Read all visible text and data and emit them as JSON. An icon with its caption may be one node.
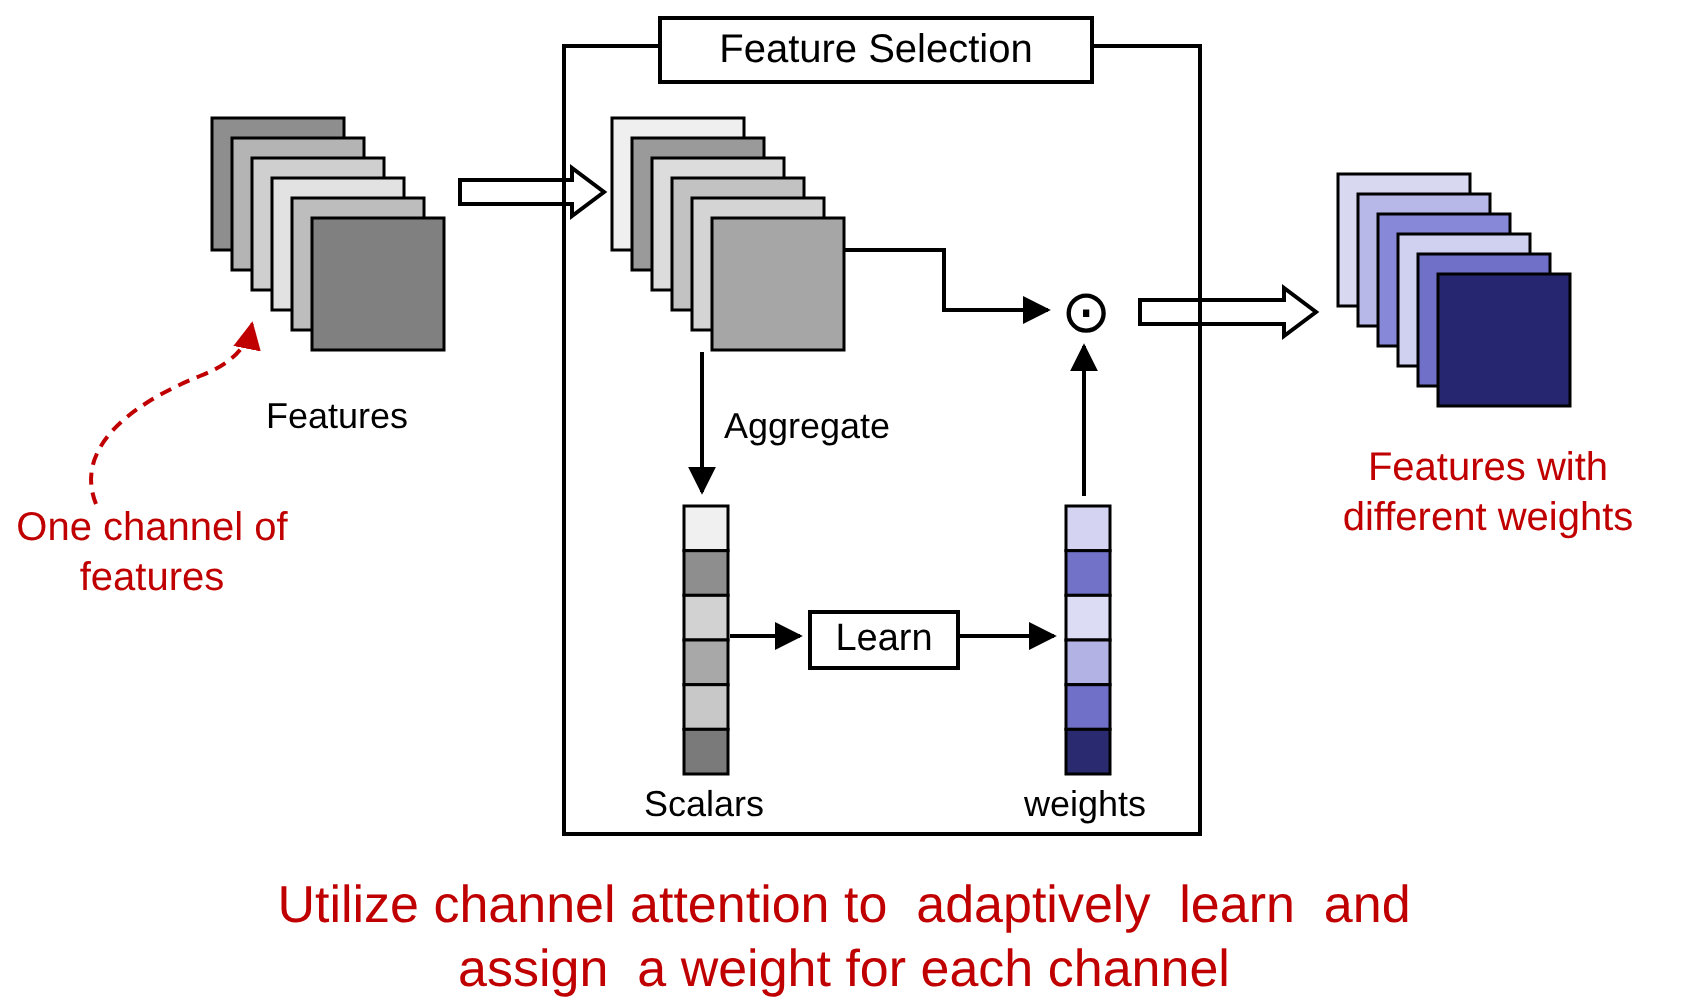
{
  "diagram": {
    "caption": "Utilize channel attention to  adaptively  learn  and assign  a weight for each channel",
    "nodes": [
      {
        "text": [
          "Feature Selection"
        ]
      },
      {
        "text": [],
        "shape": "picture",
        "beside": [
          "Features"
        ]
      },
      {
        "text": [
          "One channel of features"
        ]
      },
      {
        "text": [],
        "shape": "picture",
        "in": 0
      },
      {
        "text": [],
        "shape": "picture",
        "in": 0,
        "beside": [
          "Scalars"
        ]
      },
      {
        "text": [
          "Learn"
        ],
        "in": 0
      },
      {
        "text": [],
        "shape": "picture",
        "in": 0,
        "beside": [
          "weights"
        ]
      },
      {
        "text": [
          "⊙"
        ],
        "in": 0
      },
      {
        "text": [],
        "shape": "picture",
        "beside": [
          "Features with different weights"
        ]
      }
    ],
    "edges": [
      {
        "from": 2,
        "to": 1,
        "arrow": "to",
        "style": "dashed",
        "color": "#c00000"
      },
      {
        "from": 1,
        "to": 3,
        "arrow": "to",
        "style": "thick"
      },
      {
        "from": 3,
        "to": 7,
        "arrow": "to"
      },
      {
        "from": 3,
        "to": 4,
        "arrow": "to",
        "label": "Aggregate"
      },
      {
        "from": 4,
        "to": 5,
        "arrow": "to"
      },
      {
        "from": 5,
        "to": 6,
        "arrow": "to"
      },
      {
        "from": 6,
        "to": 7,
        "arrow": "to"
      },
      {
        "from": 7,
        "to": 8,
        "arrow": "to",
        "style": "thick"
      }
    ]
  }
}
